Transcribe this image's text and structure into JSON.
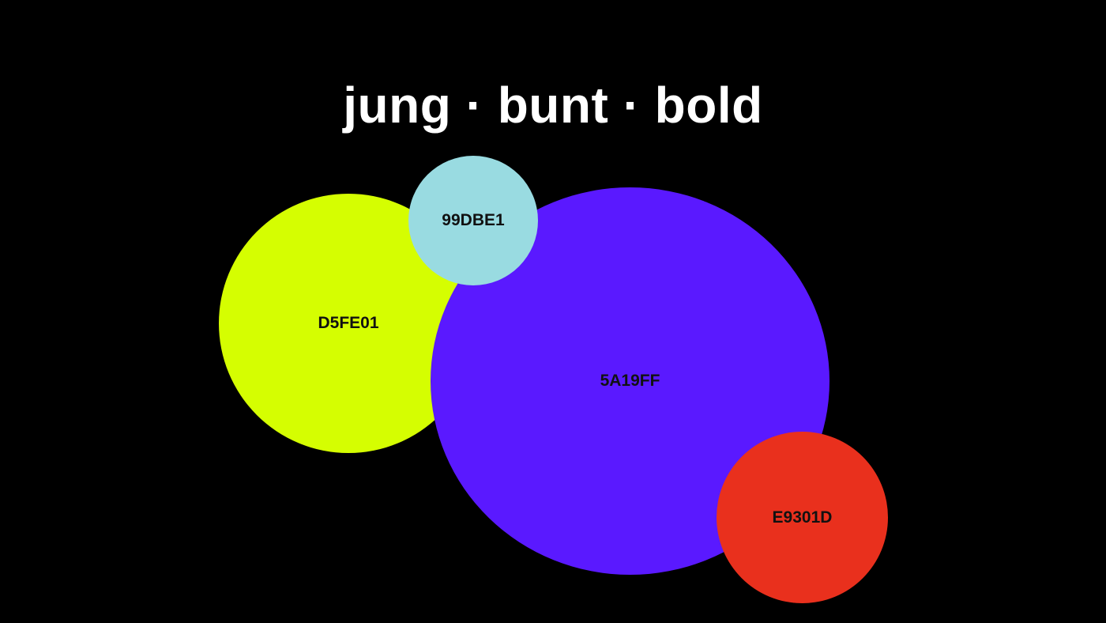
{
  "title": "jung · bunt · bold",
  "circles": [
    {
      "label": "D5FE01",
      "color": "#D5FE01"
    },
    {
      "label": "99DBE1",
      "color": "#99DBE1"
    },
    {
      "label": "5A19FF",
      "color": "#5A19FF"
    },
    {
      "label": "E9301D",
      "color": "#E9301D"
    }
  ]
}
